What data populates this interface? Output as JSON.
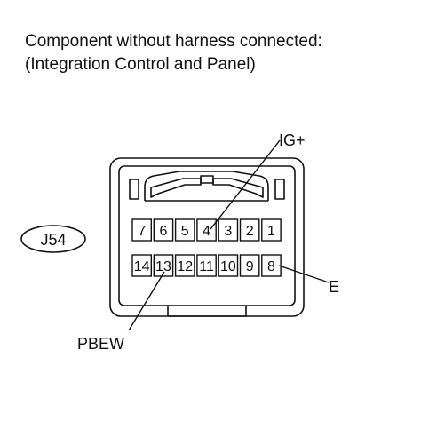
{
  "title": {
    "line1": "Component without harness connected:",
    "line2": "(Integration Control and Panel)"
  },
  "connector": {
    "id": "J54",
    "row_top": [
      "7",
      "6",
      "5",
      "4",
      "3",
      "2",
      "1"
    ],
    "row_bottom": [
      "14",
      "13",
      "12",
      "11",
      "10",
      "9",
      "8"
    ]
  },
  "callouts": {
    "ig": "IG+",
    "e": "E",
    "pbew": "PBEW"
  },
  "colors": {
    "line": "#111111",
    "background": "#ffffff"
  }
}
